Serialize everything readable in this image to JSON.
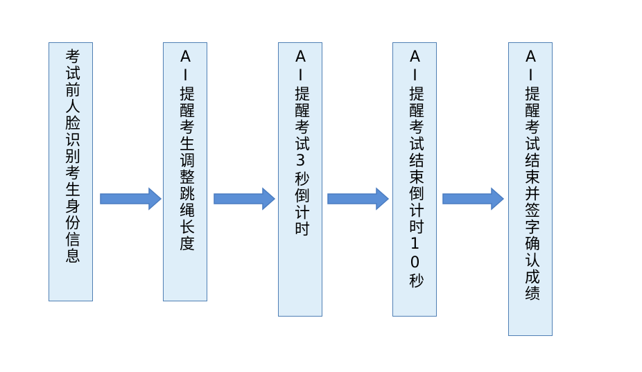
{
  "steps": [
    {
      "text": "考试前人脸识别考生身份信息"
    },
    {
      "text": "AI提醒考生调整跳绳长度"
    },
    {
      "text": "AI提醒考试3秒倒计时"
    },
    {
      "text": "AI提醒考试结束倒计时10秒"
    },
    {
      "text": "AI提醒考试结束并签字确认成绩"
    }
  ],
  "colors": {
    "box_fill": "#deeef9",
    "box_border": "#4f7fb4",
    "arrow_fill": "#5b8fd6",
    "arrow_stroke": "#4a7cc0"
  },
  "icons": [
    "arrow-right-icon"
  ]
}
